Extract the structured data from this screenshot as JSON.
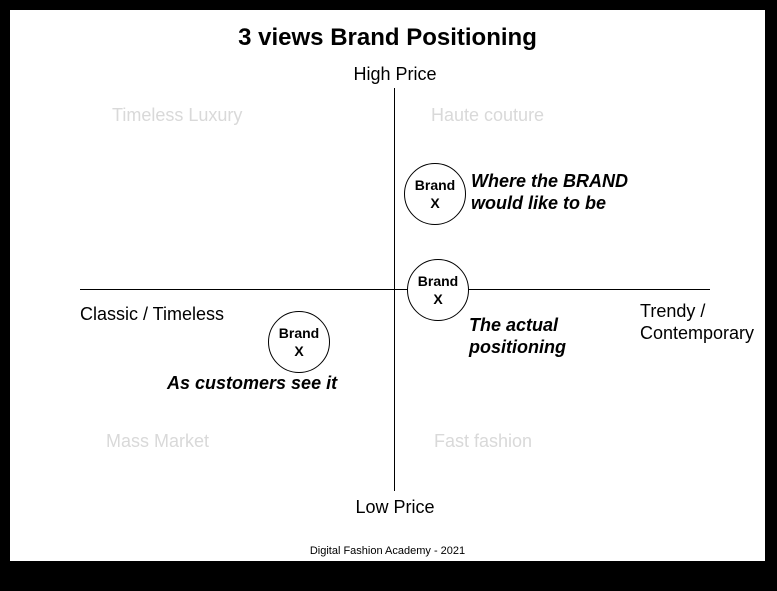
{
  "title": "3 views Brand Positioning",
  "axes": {
    "top": "High Price",
    "bottom": "Low Price",
    "left": "Classic / Timeless",
    "right_line1": "Trendy /",
    "right_line2": "Contemporary"
  },
  "quadrants": {
    "top_left": "Timeless Luxury",
    "top_right": "Haute couture",
    "bottom_left": "Mass Market",
    "bottom_right": "Fast fashion"
  },
  "brand": {
    "line1": "Brand",
    "line2": "X"
  },
  "notes": {
    "desired_line1": "Where the BRAND",
    "desired_line2": "would like to be",
    "actual_line1": "The actual",
    "actual_line2": "positioning",
    "customers": "As customers see it"
  },
  "footer": "Digital Fashion Academy - 2021",
  "colors": {
    "quadrant_text": "#d9d9d9",
    "background": "#ffffff",
    "frame": "#000000"
  }
}
